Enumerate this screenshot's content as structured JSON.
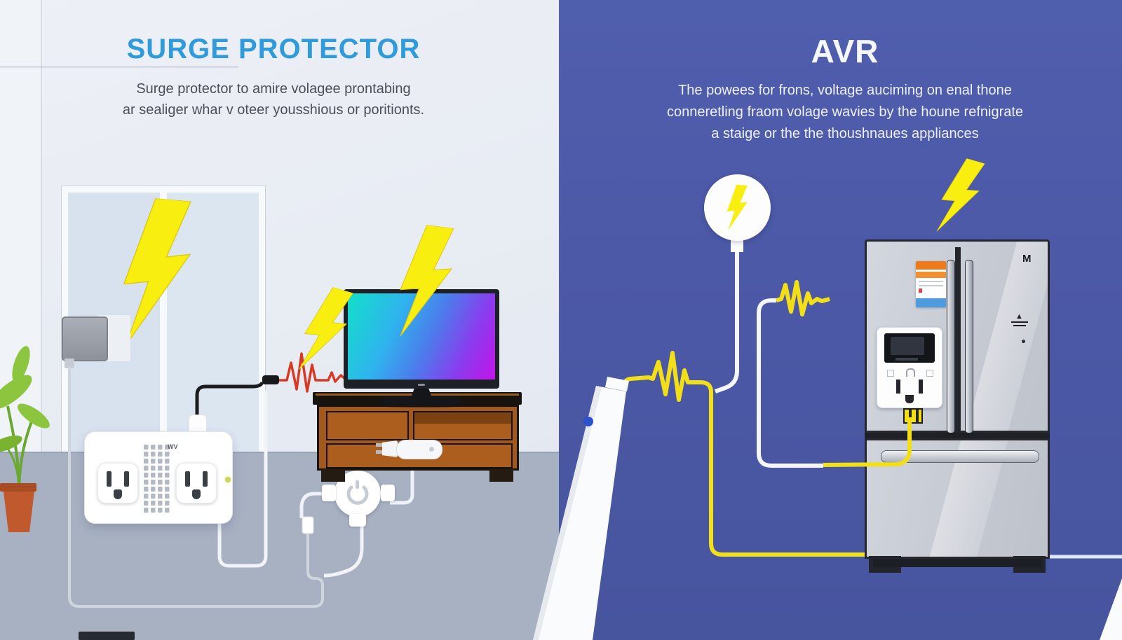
{
  "left_panel": {
    "title": "SURGE PROTECTOR",
    "subtitle_lines": [
      "Surge protector to amire volagee prontabing",
      "ar sealiger whar v oteer yousshious or poritionts."
    ],
    "outlet_strip": {
      "label": "WV"
    }
  },
  "right_panel": {
    "title": "AVR",
    "subtitle_lines": [
      "The powees for frons, voltage auciming on enal thone",
      "conneretling fraom volage wavies by the houne refnigrate",
      "a staige or the the thoushnaues appliances"
    ],
    "fridge": {
      "logo": "M"
    }
  },
  "colors": {
    "title-blue": "#2f9bdb",
    "right-bg": "#4c59a7",
    "left-wall": "#e8ecf3",
    "left-floor": "#a7b1c2",
    "bolt-yellow": "#f8ee10",
    "cable-yellow": "#f2df17",
    "spike-red": "#d63a24",
    "cabinet-brown": "#a4591c",
    "screen-cyan": "#12dfc9",
    "screen-purple": "#c214e9"
  }
}
